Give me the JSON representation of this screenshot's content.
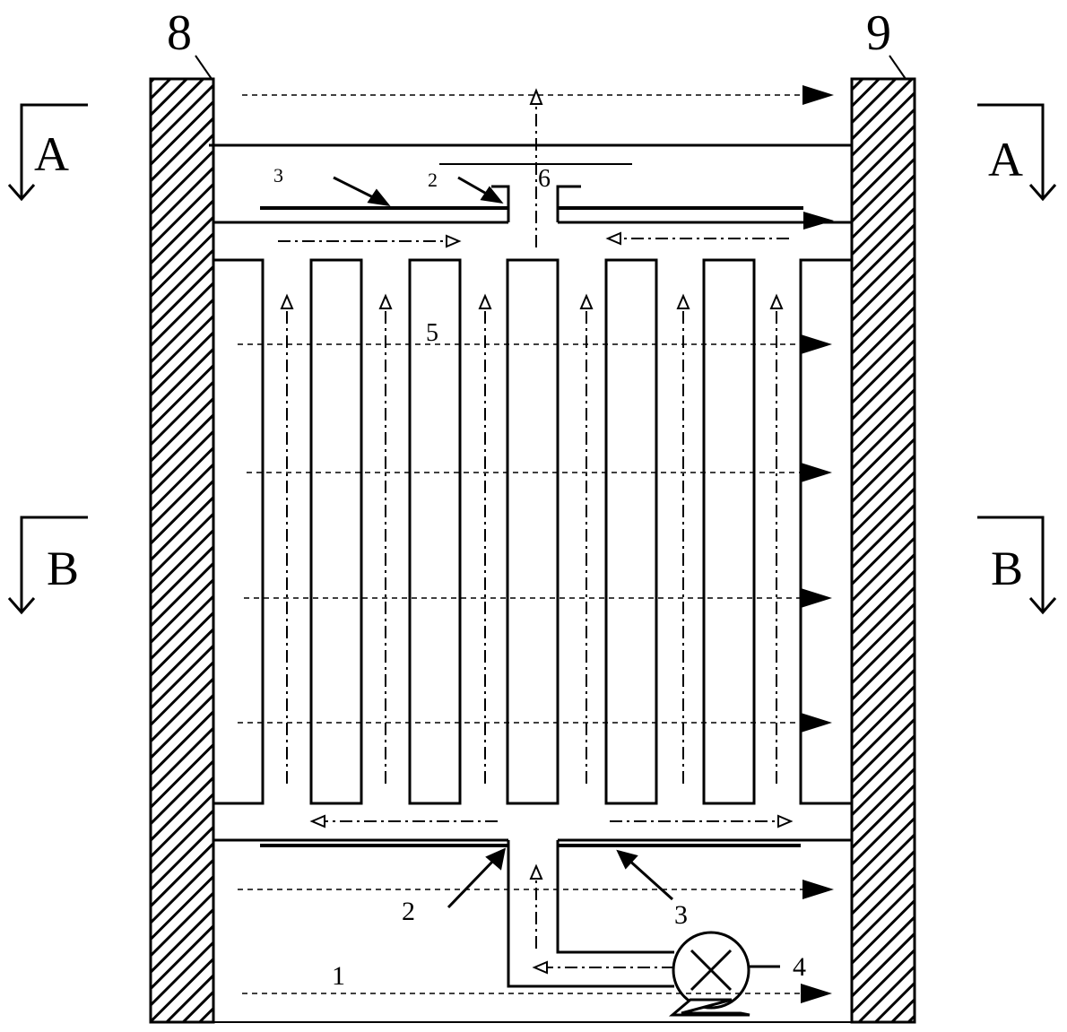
{
  "labels": {
    "wall_left": "8",
    "wall_right": "9",
    "section_a_left": "A",
    "section_a_right": "A",
    "section_b_left": "B",
    "section_b_right": "B",
    "top_baffle": "3",
    "top_slit": "2",
    "top_outlet": "6",
    "channels": "5",
    "bottom_slit": "2",
    "bottom_baffle": "3",
    "fan": "4",
    "bottom_duct": "1"
  },
  "colors": {
    "ink": "#000000",
    "paper": "#ffffff"
  }
}
